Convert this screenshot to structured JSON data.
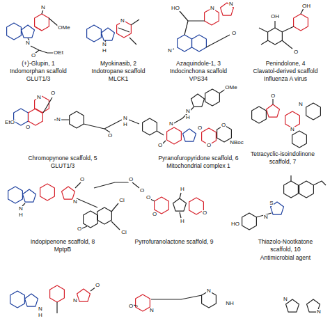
{
  "diagram": {
    "labels": [
      "N",
      "OMe",
      "N",
      "O",
      "OEt",
      "(+)-Glupin, 1",
      "Indomorphan scaffold",
      "GLUT1/3",
      "N",
      "H",
      "N",
      "Myokinasib, 2",
      "Indotropane scaffold",
      "MLCK1",
      "HO",
      "N",
      "N",
      "N",
      "O",
      "Azaquindole-1, 3",
      "Indocinchona scaffold",
      "VPS34",
      "OH",
      "OH",
      "O",
      "Penindolone, 4",
      "Clavatol-derived scaffold",
      "Influenza A virus",
      "EtO",
      "O",
      "N",
      "O",
      "N",
      "O",
      "N",
      "H",
      "Chromopynone scaffold, 5",
      "GLUT1/3",
      "OMe",
      "N",
      "H",
      "N",
      "O",
      "O",
      "O",
      "O",
      "NBoc",
      "Pyranofuropyridone scaffold, 6",
      "Mitochondrial complex 1",
      "O",
      "N",
      "N",
      "Tetracyclic-isoindolinone scaffold, 7",
      "O",
      "N",
      "N",
      "H",
      "O",
      "O",
      "Cl",
      "Cl",
      "O",
      "Indopipenone scaffold, 8",
      "MptpB",
      "O",
      "O",
      "H",
      "H",
      "O",
      "Pyrrofuranolactone scaffold, 9",
      "S",
      "N",
      "HO",
      "Thiazolo-Nootkatone scaffold, 10",
      "Antimicrobial agent",
      "N",
      "H",
      "N",
      "O",
      "O",
      "N",
      "N",
      "NH",
      "N",
      "N"
    ]
  }
}
